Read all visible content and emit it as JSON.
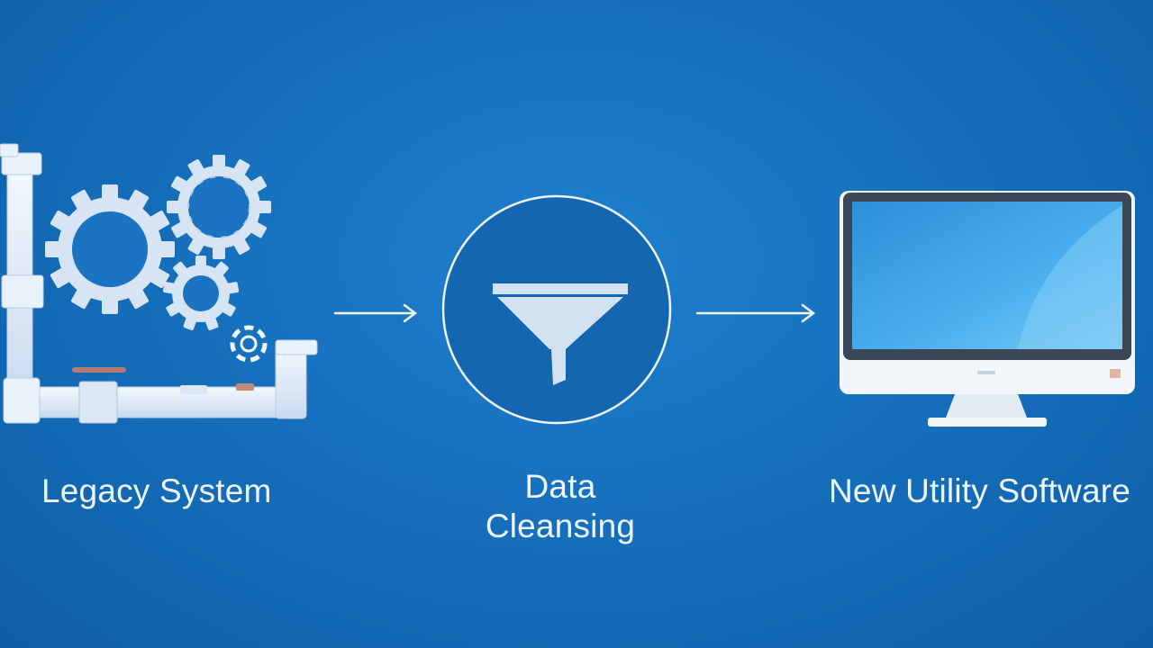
{
  "diagram": {
    "steps": [
      {
        "id": "legacy",
        "label": "Legacy System",
        "icon": "gears-and-pipes-icon"
      },
      {
        "id": "cleansing",
        "label_line1": "Data",
        "label_line2": "Cleansing",
        "icon": "funnel-icon"
      },
      {
        "id": "software",
        "label": "New Utility Software",
        "icon": "desktop-monitor-icon"
      }
    ],
    "connectors": [
      "arrow-right",
      "arrow-right"
    ],
    "colors": {
      "background": "#1670bd",
      "foreground": "#eef5fc",
      "gear": "#dce8f6",
      "screen": "#3aa0e6"
    }
  }
}
